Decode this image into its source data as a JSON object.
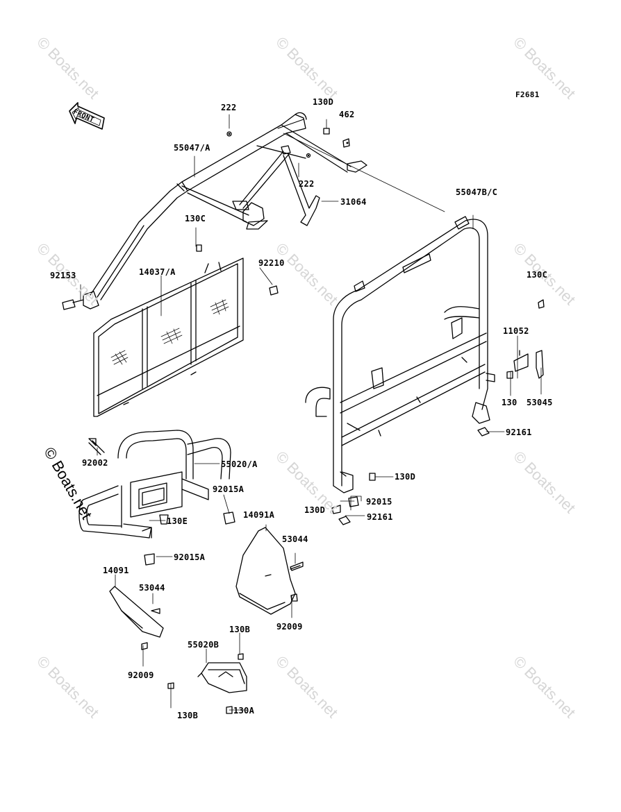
{
  "figure_code": "F2681",
  "front_indicator": "FRONT",
  "watermark": "© Boats.net",
  "part_labels": {
    "p222_top": "222",
    "p130D_top": "130D",
    "p462": "462",
    "p55047A": "55047/A",
    "p222_mid": "222",
    "p31064": "31064",
    "p55047BC": "55047B/C",
    "p130C_left": "130C",
    "p92210": "92210",
    "p92153": "92153",
    "p14037A": "14037/A",
    "p130C_right": "130C",
    "p11052": "11052",
    "p130": "130",
    "p53045": "53045",
    "p92161_top": "92161",
    "p92002": "92002",
    "p55020A": "55020/A",
    "p92015A_top": "92015A",
    "p130E": "130E",
    "p92015A_bot": "92015A",
    "p130D_right": "130D",
    "p92015": "92015",
    "p130D_left": "130D",
    "p92161_bot": "92161",
    "p14091A": "14091A",
    "p53044_right": "53044",
    "p14091": "14091",
    "p53044_left": "53044",
    "p92009_right": "92009",
    "p130B_top": "130B",
    "p55020B": "55020B",
    "p92009_left": "92009",
    "p130B_bot": "130B",
    "p130A": "130A"
  }
}
